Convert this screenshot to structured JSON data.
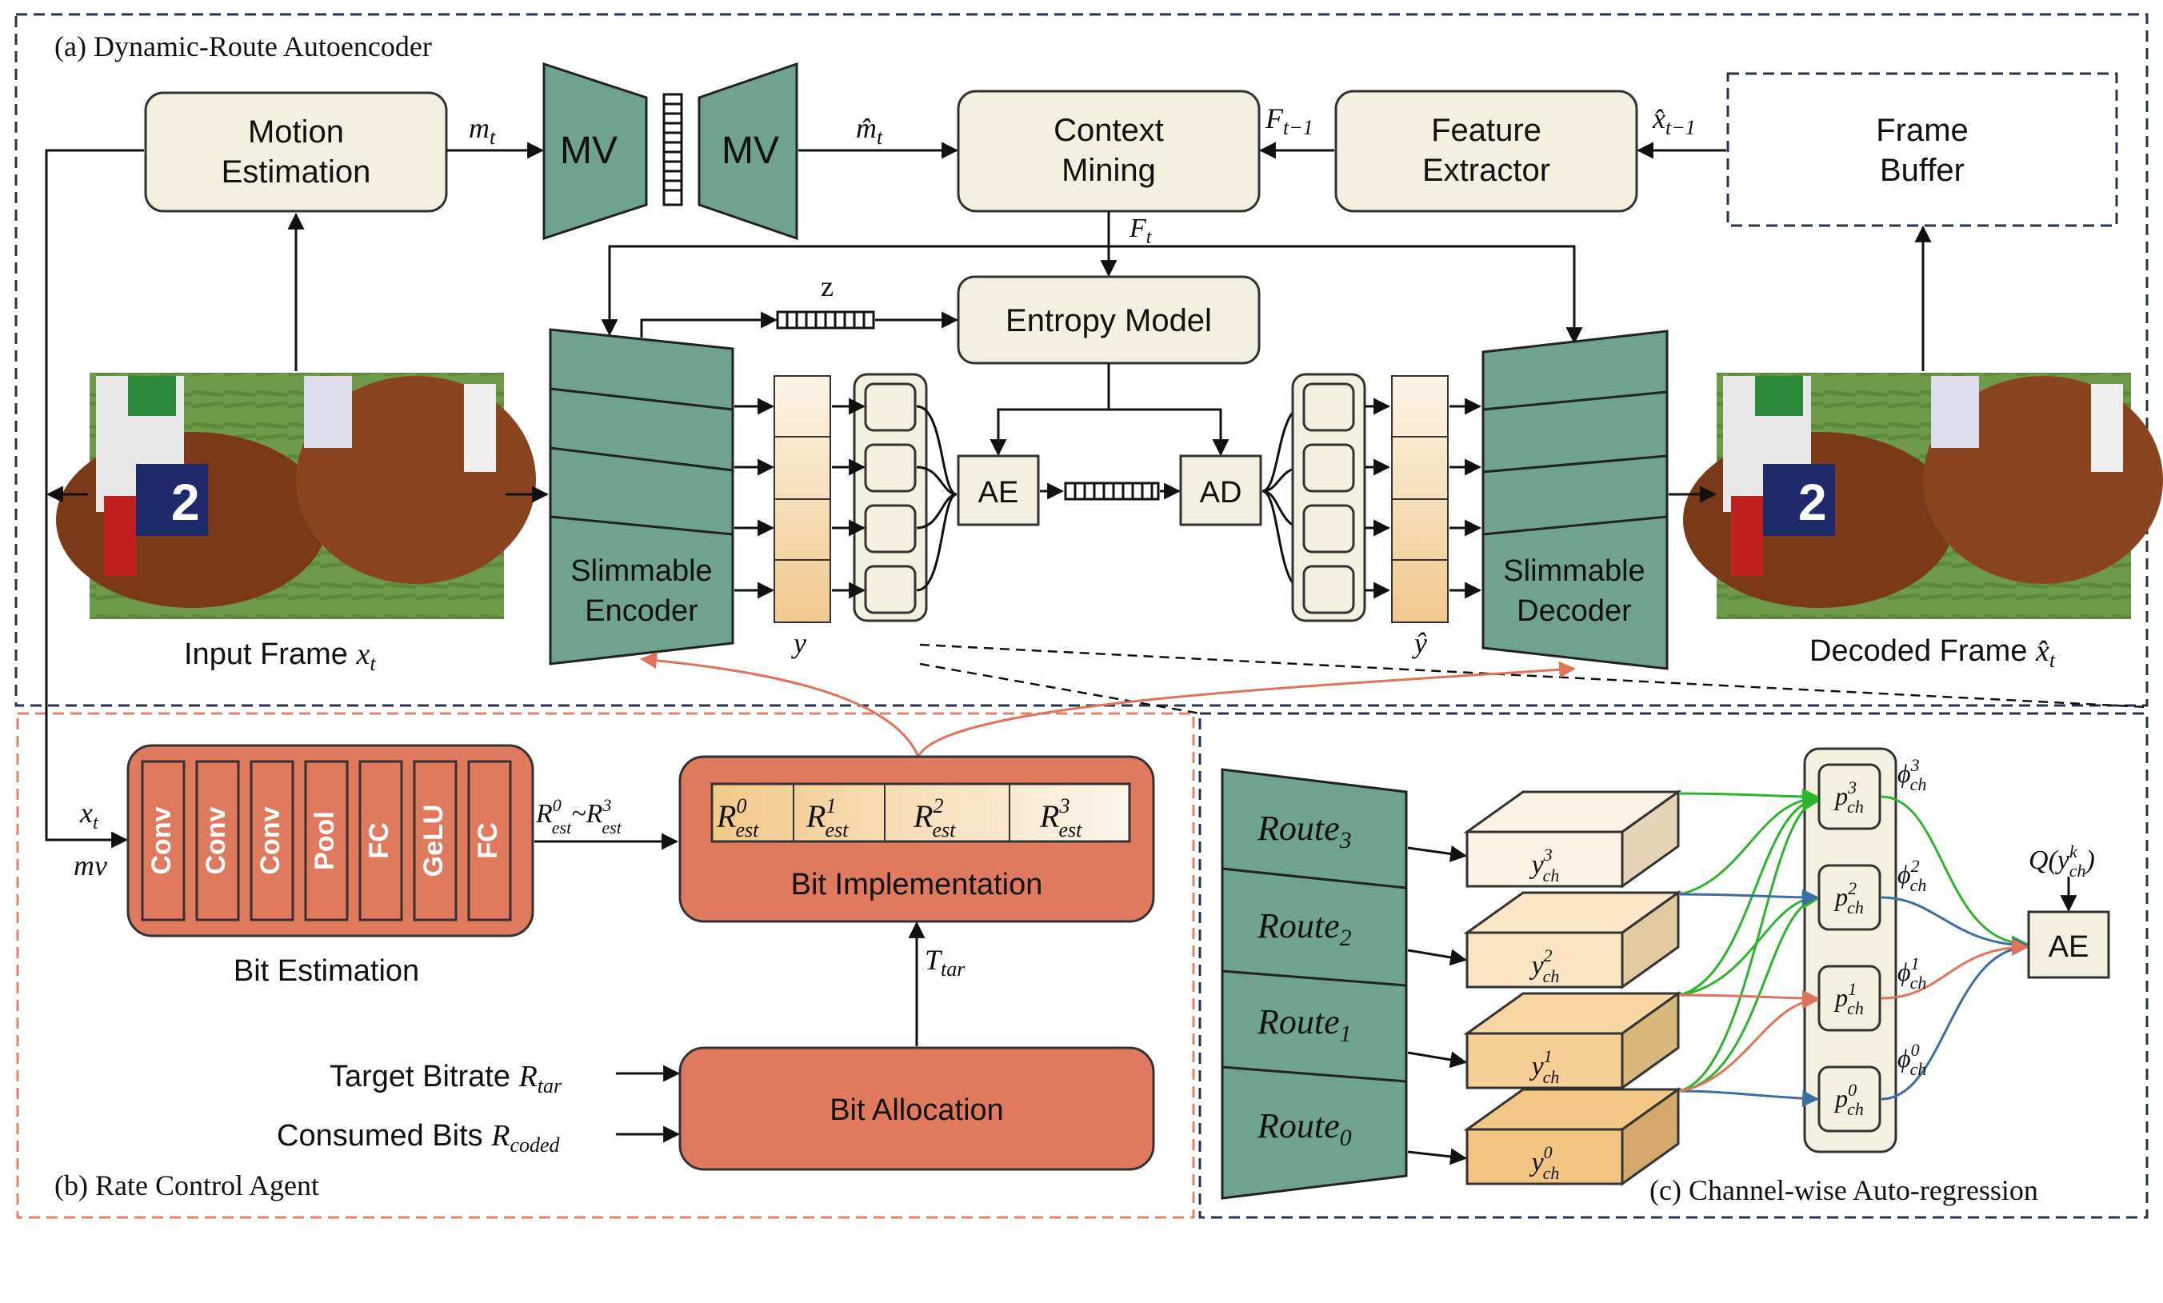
{
  "sections": {
    "a_title": "(a) Dynamic-Route Autoencoder",
    "b_title": "(b) Rate Control Agent",
    "c_title": "(c) Channel-wise Auto-regression"
  },
  "blocks": {
    "motion_estimation": [
      "Motion",
      "Estimation"
    ],
    "mv": "MV",
    "context_mining": [
      "Context",
      "Mining"
    ],
    "feature_extractor": [
      "Feature",
      "Extractor"
    ],
    "frame_buffer": [
      "Frame",
      "Buffer"
    ],
    "entropy_model": "Entropy Model",
    "ae": "AE",
    "ad": "AD",
    "slimmable_encoder": [
      "Slimmable",
      "Encoder"
    ],
    "slimmable_decoder": [
      "Slimmable",
      "Decoder"
    ],
    "input_frame": "Input Frame",
    "decoded_frame": "Decoded Frame",
    "z": "z"
  },
  "rate_control": {
    "layers": [
      "Conv",
      "Conv",
      "Conv",
      "Pool",
      "FC",
      "GeLU",
      "FC"
    ],
    "bit_estimation": "Bit Estimation",
    "bit_implementation": "Bit Implementation",
    "bit_allocation": "Bit Allocation",
    "target_bitrate": "Target Bitrate",
    "consumed_bits": "Consumed Bits"
  },
  "channel_ar": {
    "routes": [
      "Route",
      "Route",
      "Route",
      "Route"
    ],
    "route_subs": [
      "3",
      "2",
      "1",
      "0"
    ],
    "ae": "AE"
  },
  "colors": {
    "frame_stroke": "#24344f",
    "rate_dash": "#e0826a",
    "block_fill": "#f3f0e0",
    "teal": "#6fa38e",
    "salmon": "#e07a5f",
    "green_arrow": "#2db52d",
    "blue_arrow": "#3a6ea5",
    "red_arrow": "#e0735a"
  }
}
